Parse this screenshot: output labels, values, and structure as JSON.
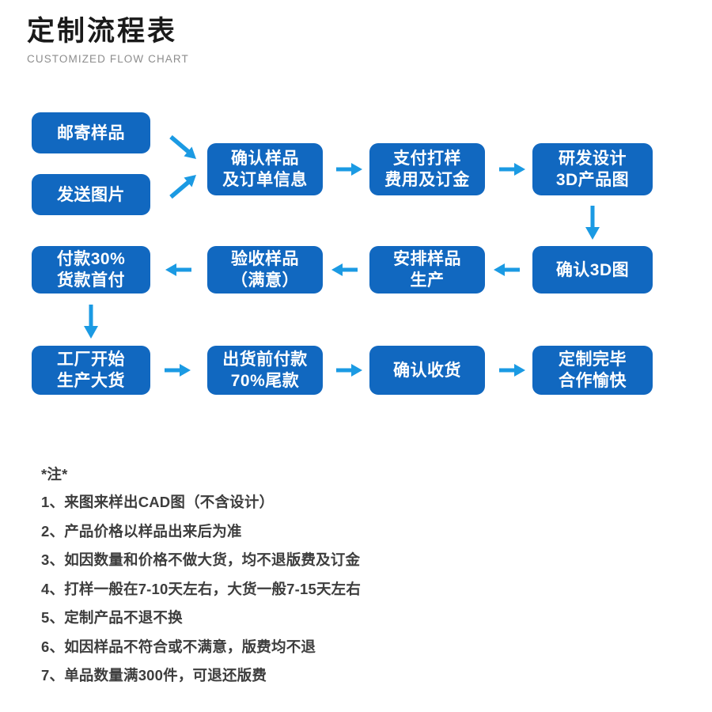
{
  "header": {
    "title": "定制流程表",
    "subtitle": "CUSTOMIZED FLOW CHART"
  },
  "colors": {
    "node_fill": "#1168c0",
    "node_text": "#ffffff",
    "arrow": "#1b9ae3",
    "title_text": "#1a1a1a",
    "subtitle_text": "#8d8d8d",
    "note_text": "#3d3d3d",
    "background": "#ffffff"
  },
  "flow": {
    "nodes": [
      {
        "id": "n1",
        "lines": [
          "邮寄样品"
        ]
      },
      {
        "id": "n2",
        "lines": [
          "发送图片"
        ]
      },
      {
        "id": "n3",
        "lines": [
          "确认样品",
          "及订单信息"
        ]
      },
      {
        "id": "n4",
        "lines": [
          "支付打样",
          "费用及订金"
        ]
      },
      {
        "id": "n5",
        "lines": [
          "研发设计",
          "3D产品图"
        ]
      },
      {
        "id": "n6",
        "lines": [
          "确认3D图"
        ]
      },
      {
        "id": "n7",
        "lines": [
          "安排样品",
          "生产"
        ]
      },
      {
        "id": "n8",
        "lines": [
          "验收样品",
          "（满意）"
        ]
      },
      {
        "id": "n9",
        "lines": [
          "付款30%",
          "货款首付"
        ]
      },
      {
        "id": "n10",
        "lines": [
          "工厂开始",
          "生产大货"
        ]
      },
      {
        "id": "n11",
        "lines": [
          "出货前付款",
          "70%尾款"
        ]
      },
      {
        "id": "n12",
        "lines": [
          "确认收货"
        ]
      },
      {
        "id": "n13",
        "lines": [
          "定制完毕",
          "合作愉快"
        ]
      }
    ],
    "arrows": [
      {
        "id": "a1",
        "icon": "arrow-down-right-icon",
        "from": "n1",
        "to": "n3"
      },
      {
        "id": "a2",
        "icon": "arrow-up-right-icon",
        "from": "n2",
        "to": "n3"
      },
      {
        "id": "a3",
        "icon": "arrow-right-icon",
        "from": "n3",
        "to": "n4"
      },
      {
        "id": "a4",
        "icon": "arrow-right-icon",
        "from": "n4",
        "to": "n5"
      },
      {
        "id": "a5",
        "icon": "arrow-down-icon",
        "from": "n5",
        "to": "n6"
      },
      {
        "id": "a6",
        "icon": "arrow-left-icon",
        "from": "n6",
        "to": "n7"
      },
      {
        "id": "a7",
        "icon": "arrow-left-icon",
        "from": "n7",
        "to": "n8"
      },
      {
        "id": "a8",
        "icon": "arrow-left-icon",
        "from": "n8",
        "to": "n9"
      },
      {
        "id": "a9",
        "icon": "arrow-down-icon",
        "from": "n9",
        "to": "n10"
      },
      {
        "id": "a10",
        "icon": "arrow-right-icon",
        "from": "n10",
        "to": "n11"
      },
      {
        "id": "a11",
        "icon": "arrow-right-icon",
        "from": "n11",
        "to": "n12"
      },
      {
        "id": "a12",
        "icon": "arrow-right-icon",
        "from": "n12",
        "to": "n13"
      }
    ]
  },
  "notes": {
    "heading": "*注*",
    "items": [
      "1、来图来样出CAD图（不含设计）",
      "2、产品价格以样品出来后为准",
      "3、如因数量和价格不做大货，均不退版费及订金",
      "4、打样一般在7-10天左右，大货一般7-15天左右",
      "5、定制产品不退不换",
      "6、如因样品不符合或不满意，版费均不退",
      "7、单品数量满300件，可退还版费"
    ]
  }
}
